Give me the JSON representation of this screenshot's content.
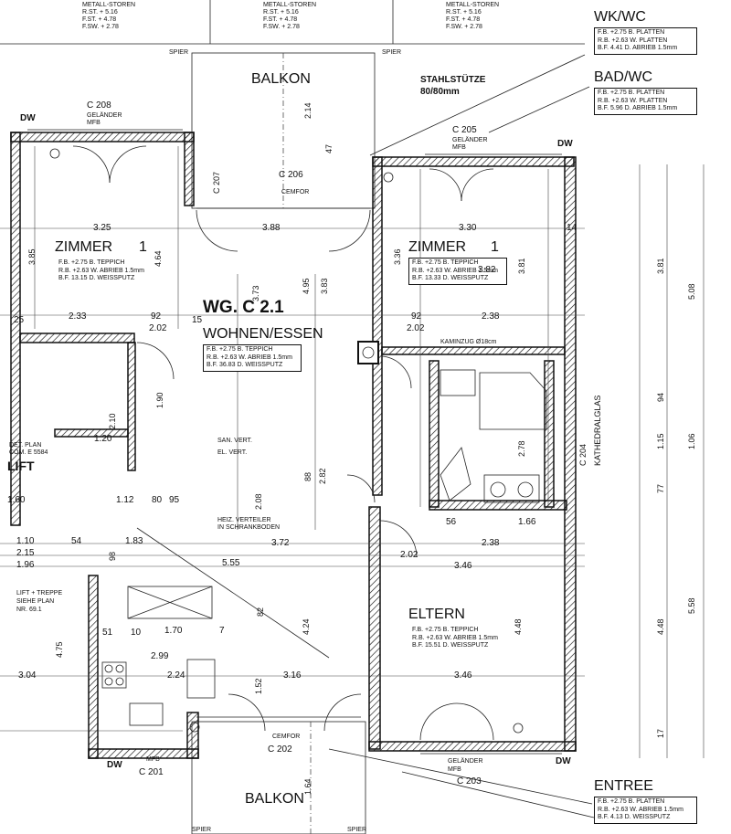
{
  "rooms": {
    "zimmer_left": {
      "name": "ZIMMER",
      "num": "1",
      "fb": "F.B. +2.75 B. TEPPICH",
      "rb": "R.B. +2.63 W. ABRIEB 1.5mm",
      "bf": "B.F. 13.15 D. WEISSPUTZ"
    },
    "zimmer_right": {
      "name": "ZIMMER",
      "num": "1",
      "fb": "F.B. +2.75 B. TEPPICH",
      "rb": "R.B. +2.63 W. ABRIEB 1.5mm",
      "bf": "B.F. 13.33 D. WEISSPUTZ"
    },
    "wohnen": {
      "title": "WG. C 2.1",
      "name": "WOHNEN/ESSEN",
      "fb": "F.B. +2.75 B. TEPPICH",
      "rb": "R.B. +2.63 W. ABRIEB 1.5mm",
      "bf": "B.F. 36.83 D. WEISSPUTZ"
    },
    "eltern": {
      "name": "ELTERN",
      "fb": "F.B. +2.75 B. TEPPICH",
      "rb": "R.B. +2.63 W. ABRIEB 1.5mm",
      "bf": "B.F. 15.51 D. WEISSPUTZ"
    },
    "wkwc": {
      "name": "WK/WC",
      "fb": "F.B. +2.75 B. PLATTEN",
      "rb": "R.B. +2.63 W. PLATTEN",
      "bf": "B.F. 4.41 D. ABRIEB 1.5mm"
    },
    "badwc": {
      "name": "BAD/WC",
      "fb": "F.B. +2.75 B. PLATTEN",
      "rb": "R.B. +2.63 W. PLATTEN",
      "bf": "B.F. 5.96 D. ABRIEB 1.5mm"
    },
    "entree": {
      "name": "ENTREE",
      "fb": "F.B. +2.75 B. PLATTEN",
      "rb": "R.B. +2.63 W. ABRIEB 1.5mm",
      "bf": "B.F. 4.13 D. WEISSPUTZ"
    }
  },
  "storen": {
    "title": "METALL-STOREN",
    "lines": [
      "R.ST. + 5.16",
      "F.ST. + 4.78",
      "F.SW. + 2.78"
    ]
  },
  "labels": {
    "balkon_top": "BALKON",
    "balkon_bottom": "BALKON",
    "stahlstuetze": "STAHLSTÜTZE",
    "stahlstuetze_size": "80/80mm",
    "c208": "C 208",
    "c207": "C 207",
    "c206": "C 206",
    "c205": "C 205",
    "c204": "C 204",
    "c203": "C 203",
    "c202": "C 202",
    "c201": "C 201",
    "gelaender": "GELÄNDER",
    "mfb": "MFB",
    "cemfor": "CEMFOR",
    "dw": "DW",
    "spier": "SPIER",
    "lift": "LIFT",
    "lift_treppe": "LIFT + TREPPE",
    "siehe_plan": "SIEHE PLAN",
    "nr": "NR. 69.1",
    "kaminzug": "KAMINZUG Ø18cm",
    "heiz": "HEIZ. VERTEILER",
    "schrank": "IN SCHRANKBODEN",
    "san_vert": "SAN. VERT.",
    "el_vert": "EL. VERT.",
    "kathedral": "KATHEDRALGLAS",
    "det_plan": "DET. PLAN",
    "det_nr": "COM. E 5584"
  },
  "dims": {
    "d325": "3.25",
    "d330": "3.30",
    "d388": "3.88",
    "d233": "2.33",
    "d238a": "2.38",
    "d238b": "2.38",
    "d92a": "92",
    "d92b": "92",
    "d202a": "2.02",
    "d202b": "2.02",
    "d202c": "2.02",
    "d464": "4.64",
    "d385": "3.85",
    "d336": "3.36",
    "d381a": "3.81",
    "d381b": "3.81",
    "d508": "5.08",
    "d373": "3.73",
    "d495": "4.95",
    "d383": "3.83",
    "d214": "2.14",
    "d47": "47",
    "d3825": "3.82",
    "d372": "3.72",
    "d555": "5.55",
    "d346a": "3.46",
    "d346b": "3.46",
    "d424": "4.24",
    "d448a": "4.48",
    "d448b": "4.48",
    "d558": "5.58",
    "d475": "4.75",
    "d304": "3.04",
    "d170": "1.70",
    "d299": "2.99",
    "d224": "2.24",
    "d152": "1.52",
    "d316": "3.16",
    "d164": "1.64",
    "d208": "2.08",
    "d282": "2.82",
    "d88": "88",
    "d160": "1.60",
    "d110": "1.10",
    "d215": "2.15",
    "d196": "1.96",
    "d183": "1.83",
    "d112": "1.12",
    "d80": "80",
    "d95": "95",
    "d15": "15",
    "d14": "14",
    "d120": "1.20",
    "d210": "2.10",
    "d190": "1.90",
    "d1664": "1.66",
    "d565": "56",
    "d825": "82",
    "d278": "2.78",
    "d115": "1.15",
    "d106": "1.06",
    "d775": "77",
    "d945": "94",
    "d175": "17",
    "d125": "25",
    "d54": "54",
    "d98": "98",
    "d51": "51",
    "d10": "10",
    "d75": "7"
  }
}
